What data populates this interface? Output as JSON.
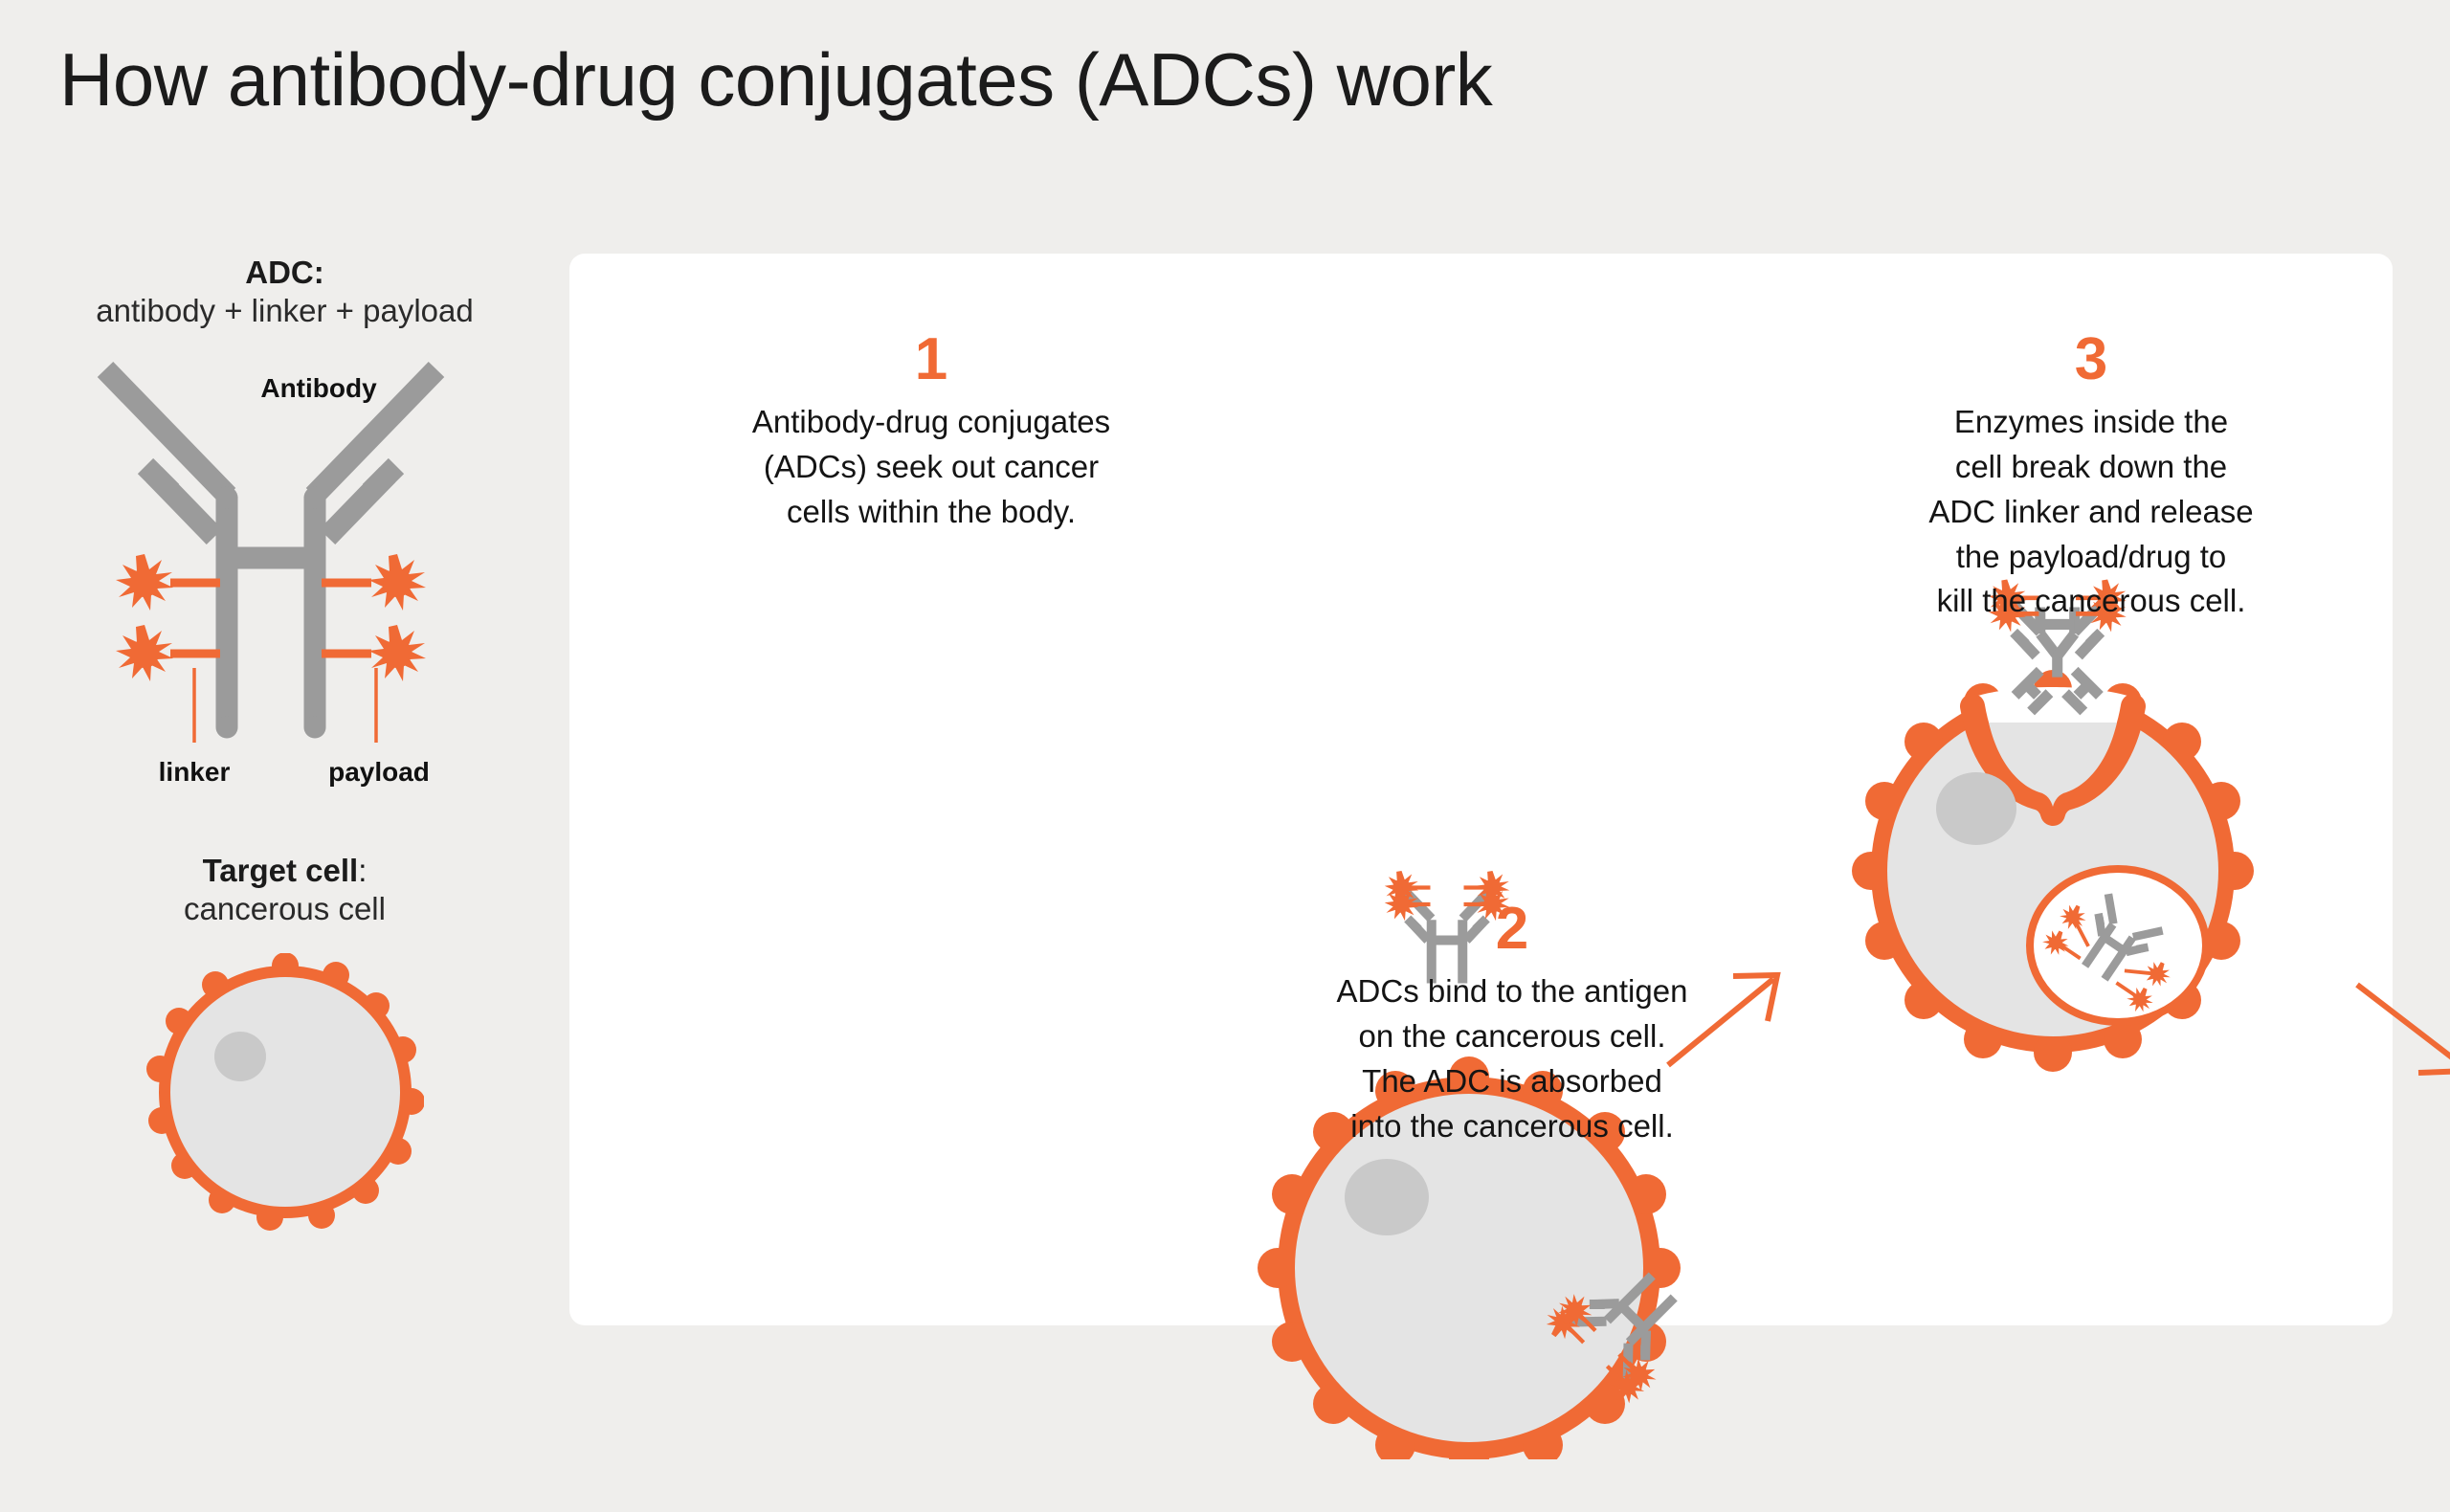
{
  "page": {
    "title": "How antibody-drug conjugates (ADCs) work",
    "background_color": "#EFEEEC",
    "panel_color": "#FFFFFF",
    "accent_color": "#F06A35",
    "antibody_color": "#9B9B9B",
    "cell_fill_color": "#E4E4E4",
    "nucleus_color": "#C9C9C9"
  },
  "legend": {
    "adc": {
      "heading": "ADC:",
      "subtitle": "antibody + linker + payload",
      "diagram_labels": {
        "antibody": "Antibody",
        "linker": "linker",
        "payload": "payload"
      }
    },
    "target_cell": {
      "heading": "Target cell",
      "heading_suffix": ":",
      "subtitle": "cancerous cell"
    }
  },
  "steps": [
    {
      "number": "1",
      "text": "Antibody-drug conjugates\n(ADCs) seek out cancer\ncells within the body."
    },
    {
      "number": "2",
      "text": "ADCs bind to the antigen\non the cancerous cell.\nThe ADC is absorbed\ninto the cancerous cell."
    },
    {
      "number": "3",
      "text": "Enzymes inside the\ncell break down the\nADC linker and release\nthe payload/drug to\nkill the cancerous cell."
    }
  ],
  "arrows": [
    {
      "name": "arrow-step1-to-step2",
      "direction": "up-right"
    },
    {
      "name": "arrow-step2-to-step3",
      "direction": "down-right"
    }
  ]
}
